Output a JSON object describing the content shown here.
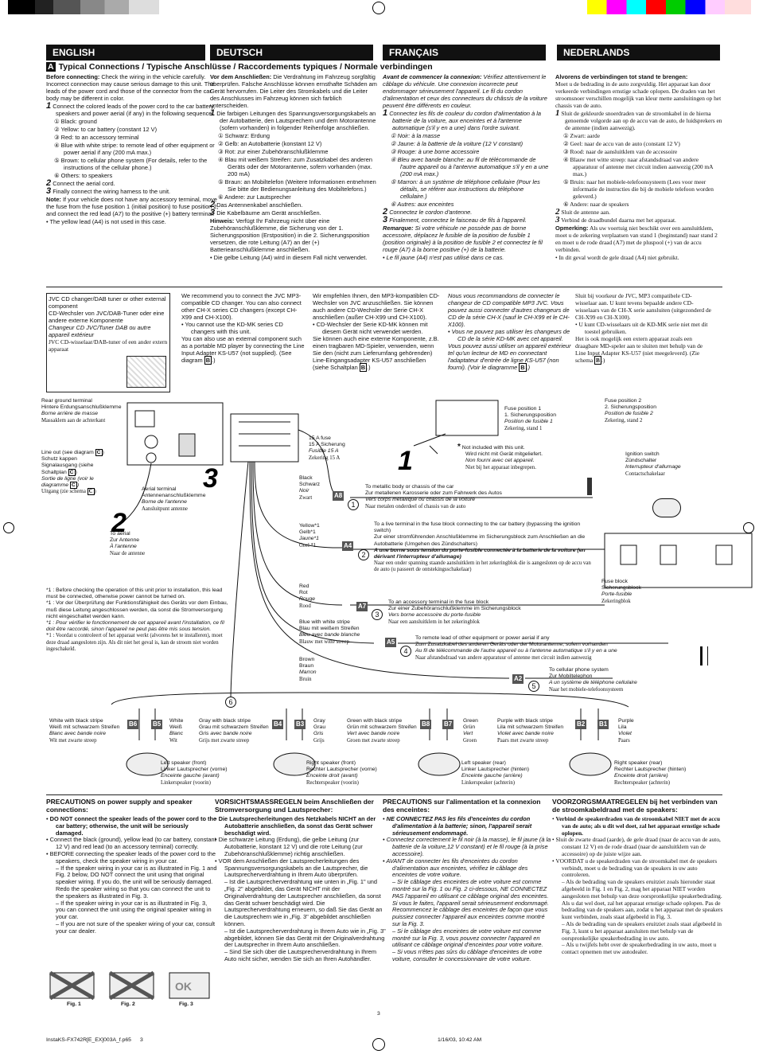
{
  "languages": [
    "ENGLISH",
    "DEUTSCH",
    "FRANÇAIS",
    "NEDERLANDS"
  ],
  "section_letter": "A",
  "section_title": "Typical Connections / Typische Anschlüsse / Raccordements typiques / Normale verbindingen",
  "english": {
    "before_head": "Before connecting:",
    "before_body": "Check the wiring in the vehicle carefully. Incorrect connection may cause serious damage to this unit. The leads of the power cord and those of the connector from the car body may be different in color.",
    "s1": "Connect the colored leads of the power cord to the car battery, speakers and power aerial (if any) in the following sequence.",
    "items": [
      "① Black: ground",
      "② Yellow: to car battery (constant 12 V)",
      "③ Red: to an accessory terminal",
      "④ Blue with white stripe: to remote lead of other equipment or power aerial if any (200 mA max.)",
      "⑤ Brown: to cellular phone system (For details, refer to the instructions of the cellular phone.)",
      "⑥ Others: to speakers"
    ],
    "s2": "Connect the aerial cord.",
    "s3": "Finally connect the wiring harness to the unit.",
    "note_head": "Note:",
    "note_body": "If your vehicle does not have any accessory terminal, move the fuse from the fuse position 1 (initial position) to fuse position 2, and connect the red lead (A7) to the positive (+) battery terminal.",
    "note_bullet": "The yellow lead (A4) is not used in this case."
  },
  "deutsch": {
    "before_head": "Vor dem Anschließen:",
    "before_body": "Die Verdrahtung im Fahrzeug sorgfältig überprüfen. Falsche Anschlüsse können ernsthafte Schäden am Gerät hervorrufen. Die Leiter des Stromkabels und die Leiter des Anschlusses im Fahrzeug können sich farblich unterscheiden.",
    "s1": "Die farbigen Leitungen des Spannungsversorgungskabels an der Autobatterie, den Lautsprechern und dem Motorantenne (sofern vorhanden) in folgender Reihenfolge anschließen.",
    "items": [
      "① Schwarz: Erdung",
      "② Gelb: an Autobatterie (konstant 12 V)",
      "③ Rot: zur einer Zubehöranschlußklemme",
      "④ Blau mit weißem Streifen: zum Zusatzkabel des anderen Geräts oder der Motorantenne, sofern vorhanden (max. 200 mA)",
      "⑤ Braun: an Mobiltelefon (Weitere Informationen entnehmen Sie bitte der Bedienungsanleitung des Mobiltelefons.)",
      "⑥ Andere: zur Lautsprecher"
    ],
    "s2": "Das Antennenkabel anschließen.",
    "s3": "Die Kabelbäume am Gerät anschließen.",
    "note_head": "Hinweis:",
    "note_body": "Verfügt Ihr Fahrzeug nicht über eine Zubehöranschlußklemme, die Sicherung von der 1. Sicherungsposition (Erstposition) in die 2. Sicherungsposition versetzen, die rote Leitung (A7) an der (+) Batterieanschlußklemme anschließen.",
    "note_bullet": "Die gelbe Leitung (A4) wird in diesem Fall nicht verwendet."
  },
  "francais": {
    "before_head": "Avant de commencer la connexion:",
    "before_body": "Vérifiez attentivement le câblage du véhicule. Une connexion incorrecte peut endommager sérieusement l'appareil. Le fil du cordon d'alimentation et ceux des connecteurs du châssis de la voiture peuvent être différents en couleur.",
    "s1": "Connectez les fils de couleur du cordon d'alimentation à la batterie de la voiture, aux enceintes et à l'antenne automatique (s'il y en a une) dans l'ordre suivant.",
    "items": [
      "① Noir: à la masse",
      "② Jaune: à la batterie de la voiture (12 V constant)",
      "③ Rouge: à une borne accessoire",
      "④ Bleu avec bande blanche: au fil de télécommande de l'autre appareil ou à l'antenne automatique s'il y en a une (200 mA max.)",
      "⑤ Marron: à un système de téléphone cellulaire (Pour les détails, se référer aux instructions du téléphone cellulaire.)",
      "⑥ Autres: aux enceintes"
    ],
    "s2": "Connectez le cordon d'antenne.",
    "s3": "Finalement, connectez le faisceau de fils à l'appareil.",
    "note_head": "Remarque:",
    "note_body": "Si votre véhicule ne possède pas de borne accessoire, déplacez le fusible de la position de fusible 1 (position originale) à la position de fusible 2 et connectez le fil rouge (A7) à la borne positive (+) de la batterie.",
    "note_bullet": "Le fil jaune (A4) n'est pas utilisé dans ce cas."
  },
  "nederlands": {
    "before_head": "Alvorens de verbindingen tot stand te brengen:",
    "before_body": "Moet u de bedrading in de auto zorgvuldig. Het apparaat kan door verkeerde verbindingen ernstige schade oplopen. De draden van het stroomsnoer verschillen mogelijk van kleur mette aansluitingen op het chassis van de auto.",
    "s1": "Sluit de gekleurde snoerdraden van de stroomkabel in de hierna genoemde volgorde aan op de accu van de auto, de luidsprekers en de antenne (indien aanwezig).",
    "items": [
      "① Zwart: aarde",
      "② Geel: naar de accu van de auto (constant 12 V)",
      "③ Rood: naar de aansluitklem van de accessoire",
      "④ Blauw met witte streep: naar afstandsdraad van andere apparatuur of antenne met circuit indien aanwezig (200 mA max.)",
      "⑤ Bruin: naar het mobiele-telefoonsysteem (Lees voor meer informatie de instructies die bij de mobiele telefoon worden geleverd.)",
      "⑥ Andere: naar de speakers"
    ],
    "s2": "Sluit de antenne aan.",
    "s3": "Verbind de draadbundel daarna met het apparaat.",
    "note_head": "Opmerking:",
    "note_body": "Als uw voertuig niet beschikt over een aansluitklem, moet u de zekering verplaatsen van stand 1 (beginstand) naar stand 2 en moet u de rode draad (A7) met de pluspool (+) van de accu verbinden.",
    "note_bullet": "In dit geval wordt de gele draad (A4) niet gebruikt."
  },
  "diagram": {
    "jvc_box": [
      "JVC CD changer/DAB tuner or other external component",
      "CD-Wechsler von JVC/DAB-Tuner oder eine andere externe Komponente",
      "Changeur CD JVC/Tuner DAB ou autre appareil extérieur",
      "JVC CD-wisselaar/DAB-tuner of een ander extern apparaat"
    ],
    "rec_en": "We recommend you to connect the JVC MP3-compatible CD changer. You can also connect other CH-X series CD changers (except CH-X99 and CH-X100).",
    "rec_en_b": "You cannot use the KD-MK series CD changers with this unit.",
    "rec_en_c": "You can also use an external component such as a portable MD player by connecting the Line Input Adapter KS-U57 (not supplied). (See diagram",
    "rec_de": "Wir empfehlen Ihnen, den MP3-kompatiblen CD-Wechsler von JVC anzuschließen. Sie können auch andere CD-Wechsler der Serie CH-X anschließen (außer CH-X99 und CH-X100).",
    "rec_de_b": "CD-Wechsler der Serie KD-MK können mit diesem Gerät nicht verwendet werden.",
    "rec_de_c": "Sie können auch eine externe Komponente, z.B. einen tragbaren MD-Spieler, verwenden, wenn Sie den (nicht zum Lieferumfang gehörenden) Line-Eingangsadapter KS-U57 anschließen (siehe Schaltplan",
    "rec_fr": "Nous vous recommandons de connecter le changeur de CD compatible MP3 JVC. Vous pouvez aussi connecter d'autres changeurs de CD de la série CH-X (sauf le CH-X99 et le CH-X100).",
    "rec_fr_b": "Vous ne pouvez pas utiliser les changeurs de CD de la série KD-MK avec cet appareil.",
    "rec_fr_c": "Vous pouvez aussi utiliser un appareil extérieur tel qu'un lecteur de MD en connectant l'adaptateur d'entrée de ligne KS-U57 (non fourni). (Voir le diagramme",
    "rec_nl": "Sluit bij voorkeur de JVC, MP3 compatibele CD-wisselaar aan. U kunt tevens bepaalde andere CD-wisselaars van de CH-X serie aansluiten (uitgezonderd de CH-X99 en CH-X100).",
    "rec_nl_b": "U kunt CD-wisselaars uit de KD-MK serie niet met dit toestel gebruiken.",
    "rec_nl_c": "Het is ook mogelijk een extern apparaat zoals een draagbare MD-speler aan te sluiten met behulp van de Line Input Adapter KS-U57 (niet meegeleverd). (Zie schema",
    "ref_b": "B",
    "rear_ground": [
      "Rear ground terminal",
      "Hintere Erdungsanschlußklemme",
      "Borne arrière de masse",
      "Massaklem aan de achterkant"
    ],
    "line_out": [
      "Line out (see diagram",
      "Schutz kappen Signalausgang (siehe Schaltplan",
      "Sortie de ligne (voir le diagramme",
      "Uitgang (zie schema"
    ],
    "ref_c": "C",
    "aerial_terminal": [
      "Aerial terminal",
      "Antennenanschlußklemme",
      "Borne de l'antenne",
      "Aansluitpunt antenne"
    ],
    "to_aerial": [
      "To aerial",
      "Zur Antenne",
      "À l'antenne",
      "Naar de antenne"
    ],
    "fuse_15a": [
      "15 A fuse",
      "15 A Sicherung",
      "Fusible 15 A",
      "Zekering 15 A"
    ],
    "fuse_pos1": [
      "Fuse position 1",
      "1. Sicherungsposition",
      "Position de fusible 1",
      "Zekering, stand 1"
    ],
    "fuse_pos2": [
      "Fuse position 2",
      "2. Sicherungsposition",
      "Position de fusible 2",
      "Zekering, stand 2"
    ],
    "not_included": [
      "Not included with this unit.",
      "Wird nicht mit Gerät mitgeliefert.",
      "Non fourni avec cet appareil.",
      "Niet bij het apparaat inbegrepen."
    ],
    "ignition": [
      "Ignition switch",
      "Zündschalter",
      "Interrupteur d'allumage",
      "Contactschakelaar"
    ],
    "fuse_block": [
      "Fuse block",
      "Sicherungsblock",
      "Porte-fusible",
      "Zekeringblok"
    ],
    "black": [
      "Black",
      "Schwarz",
      "Noir",
      "Zwart"
    ],
    "to_metal": [
      "To metallic body or chassis of the car",
      "Zur metallenen Karosserie oder zum Fahrwerk des Autos",
      "Vers corps métallique ou châssis de la voiture",
      "Naar metalen onderdeel of chassis van de auto"
    ],
    "yellow": [
      "Yellow*1",
      "Gelb*1",
      "Jaune*1",
      "Geel *1"
    ],
    "to_live": [
      "To a live terminal in the fuse block connecting to the car battery (bypassing the ignition switch)",
      "Zur einer stromführenden Anschlußklemme im Sicherungsblock zum Anschließen an die Autobatterie (Umgehen des Zündschalters)",
      "A une borne sous tension du porte-fusible connectée à la batterie de la voiture (en dérivant l'interrupteur d'allumage)",
      "Naar een onder spanning staande aansluitklem in het zekeringblok die is aangesloten op de accu van de auto (u passeert de ontstekingsschakelaar)"
    ],
    "red": [
      "Red",
      "Rot",
      "Rouge",
      "Rood"
    ],
    "to_accessory": [
      "To an accessory terminal in the fuse block",
      "Zur einer Zubehöranschlußklemme im Sicherungsblock",
      "Vers borne accessoire du porte-fusible",
      "Naar een aansluitklem in het zekeringblok"
    ],
    "bluewhite": [
      "Blue with white stripe",
      "Blau mit weißem Streifen",
      "Bleu avec bande blanche",
      "Blauw met witte streep"
    ],
    "to_remote": [
      "To remote lead of other equipment or power aerial if any",
      "Zum Zusatzkabel des anderen Geräts oder der Motorantenne, sofern vorhanden",
      "Au fil de télécommande de l'autre appareil ou à l'antenne automatique s'il y en a une",
      "Naar afstandsdraad van andere apparatuur of antenne met circuit indien aanwezig"
    ],
    "brown": [
      "Brown",
      "Braun",
      "Marron",
      "Bruin"
    ],
    "to_cell": [
      "To cellular phone system",
      "Zur Mobiltelephon",
      "A un système de téléphone cellulaire",
      "Naar het mobiele-telefoonsysteem"
    ],
    "footnote": [
      "*1 : Before checking the operation of this unit prior to installation, this lead must be connected, otherwise power cannot be turned on.",
      "*1 : Vor der Überprüfung der Funktionsfähigkeit des Geräts vor dem Einbau, muß diese Leitung angeschlossen werden, da sonst die Stromversorgung nicht eingeschaltet werden kann.",
      "*1 : Pour vérifier le fonctionnement de cet appareil avant l'installation, ce fil doit être raccordé, sinon l'appareil ne peut pas être mis sous tension.",
      "*1 : Voordat u controleert of het apparaat werkt (alvorens het te installeren), moet deze draad aangesloten zijn. Als dit niet het geval is, kan de stroom niet worden ingeschakeld."
    ],
    "tags": {
      "a8": "A8",
      "a4": "A4",
      "a7": "A7",
      "a5": "A5",
      "a2": "A2"
    },
    "wires_bottom": [
      {
        "tag1": "B6",
        "tag2": "B5",
        "c1": [
          "White with black stripe",
          "Weiß mit schwarzem Streifen",
          "Blanc avec bande noire",
          "Wit met zwarte streep"
        ],
        "c2": [
          "White",
          "Weiß",
          "Blanc",
          "Wit"
        ]
      },
      {
        "tag1": "B4",
        "tag2": "B3",
        "c1": [
          "Gray with black stripe",
          "Grau mit schwarzem Streifen",
          "Gris avec bande noire",
          "Grijs met zwarte streep"
        ],
        "c2": [
          "Gray",
          "Grau",
          "Gris",
          "Grijs"
        ]
      },
      {
        "tag1": "B8",
        "tag2": "B7",
        "c1": [
          "Green with black stripe",
          "Grün mit schwarzem Streifen",
          "Vert avec bande noire",
          "Groen met zwarte streep"
        ],
        "c2": [
          "Green",
          "Grün",
          "Vert",
          "Groen"
        ]
      },
      {
        "tag1": "B2",
        "tag2": "B1",
        "c1": [
          "Purple with black stripe",
          "Lila mit schwarzem Streifen",
          "Violet avec bande noire",
          "Paars met zwarte streep"
        ],
        "c2": [
          "Purple",
          "Lila",
          "Violet",
          "Paars"
        ]
      }
    ],
    "speakers": [
      [
        "Left speaker (front)",
        "Linker Lautsprecher (vorne)",
        "Enceinte gauche (avant)",
        "Linkerspeaker (voorin)"
      ],
      [
        "Right speaker (front)",
        "Rechter Lautsprecher (vorne)",
        "Enceinte droit (avant)",
        "Rechterspeaker (voorin)"
      ],
      [
        "Left speaker (rear)",
        "Linker Lautsprecher (hinten)",
        "Enceinte gauche (arrière)",
        "Linkerspeaker (achterin)"
      ],
      [
        "Right speaker (rear)",
        "Rechter Lautsprecher (hinten)",
        "Enceinte droit (arrière)",
        "Rechterspeaker (achterin)"
      ]
    ],
    "fig_labels": {
      "one": "1",
      "two": "2",
      "three": "3"
    },
    "circled": {
      "c1": "1",
      "c2": "2",
      "c3": "3",
      "c4": "4",
      "c5": "5",
      "c6": "6"
    }
  },
  "precautions": {
    "en_title": "PRECAUTIONS on power supply and speaker connections:",
    "en_items": [
      "DO NOT connect the speaker leads of the power cord to the car battery; otherwise, the unit will be seriously damaged.",
      "Connect the black (ground), yellow lead (to car battery, constant 12 V) and red lead (to an accessory terminal) correctly.",
      "BEFORE connecting the speaker leads of the power cord to the speakers, check the speaker wiring in your car.",
      "– If the speaker wiring in your car is as illustrated in Fig. 1 and Fig. 2 below, DO NOT connect the unit using that original speaker wiring. If you do, the unit will be seriously damaged. Redo the speaker wiring so that you can connect the unit to the speakers as illustrated in Fig. 3.",
      "– If the speaker wiring in your car is as illustrated in Fig. 3, you can connect the unit using the original speaker wiring in your car.",
      "– If you are not sure of the speaker wiring of your car, consult your car dealer."
    ],
    "de_title": "VORSICHTSMASSREGELN beim Anschließen der Stromversorgung und Lautsprecher:",
    "de_items": [
      "Die Lautsprecherleitungen des Netzkabels NICHT an der Autobatterie anschließen, da sonst das Gerät schwer beschädigt wird.",
      "Die schwarze Leitung (Erdung), die gelbe Leitung (zur Autobatterie, konstant 12 V) und die rote Leitung (zur Zubehöranschlußklemme) richtig anschließen.",
      "VOR dem Anschließen der Lautsprecherleitungen des Spannungsversorgungskabels an die Lautsprecher, die Lautsprecherverdrahtung in Ihrem Auto überprüfen.",
      "– Ist die Lautsprecherverdrahtung wie unten in „Fig. 1\" und „Fig. 2\" abgebildet, das Gerät NICHT mit der Originalverdrahtung der Lautsprecher anschließen, da sonst das Gerät schwer beschädigt wird. Die Lautsprecherverdrahtung erneuern, so daß Sie das Gerät an die Lautsprechern wie in „Fig. 3\" abgebildet anschließen können.",
      "– Ist die Lautsprecherverdrahtung in Ihrem Auto wie in „Fig. 3\" abgebildet, können Sie das Gerät mit der Originalverdrahtung der Lautsprecher in Ihrem Auto anschließen.",
      "– Sind Sie sich über die Lautsprecherverdrahtung in Ihrem Auto nicht sicher, wenden Sie sich an Ihren Autohändler."
    ],
    "fr_title": "PRECAUTIONS sur l'alimentation et la connexion des enceintes:",
    "fr_items": [
      "NE CONNECTEZ PAS les fils d'enceintes du cordon d'alimentation à la batterie; sinon, l'appareil serait sérieusement endommagé.",
      "Connectez correctement le fil noir (à la masse), le fil jaune (à la batterie de la voiture,12 V constant) et le fil rouge (à la prise accessoire).",
      "AVANT de connecter les fils d'enceintes du cordon d'alimentation aux enceintes, vérifiez le câblage des enceintes de votre voiture.",
      "– Si le câblage des enceintes de votre voiture est comme montré sur la Fig. 1 ou Fig. 2 ci-dessous, NE CONNECTEZ PAS l'appareil en utilisant ce câblage original des enceintes. Si vous le faites, l'appareil serait sérieusement endommagé. Recommencez le câblage des enceintes de façon que vous puissiez connecter l'appareil aux enceintes comme montré sur la Fig. 3.",
      "– Si le câblage des enceintes de votre voiture est comme montré sur la Fig. 3, vous pouvez connecter l'appareil en utilisant ce câblage original d'enceintes pour votre voiture.",
      "– Si vous n'êtes pas sûrs du câblage d'enceintes de votre voiture, consulter le concessionnaire de votre voiture."
    ],
    "nl_title": "VOORZORGSMAATREGELEN bij het verbinden van de stroomkabeldraad met de speakers:",
    "nl_items": [
      "Verbind de speakerdraden van de stroomkabel NIET met de accu van de auto; als u dit wel doet, zal het apparaat ernstige schade oplopen.",
      "Sluit de zwarte draad (aarde), de gele draad (naar de accu van de auto, constant 12 V) en de rode draad (naar de aansluitklem van de accessoire) op de juiste wijze aan.",
      "VOORDAT u de speakerdraden van de stroomkabel met de speakers verbindt, moet u de bedrading van de speakers in uw auto controleren.",
      "– Als de bedrading van de speakers eruitziet zoals hieronder staat afgebeeld in Fig. 1 en Fig. 2, mag het apparaat NIET worden aangesloten met behulp van deze oorspronkelijke speakerbedrading. Als u dat wel doet, zal het apparaat ernstige schade oplopen. Pas de bedrading van de speakers aan, zodat u het apparaat met de speakers kunt verbinden, zoals staat afgebeeld in Fig. 3.",
      "– Als de bedrading van de speakers eruitziet zoals staat afgebeeld in Fig. 3, kunt u het apparaat aansluiten met behulp van de oorspronkelijke speakerbedrading in uw auto.",
      "– Als u twijfels hebt over de speakerbedrading in uw auto, moet u contact opnemen met uw autodealer."
    ],
    "fig1": "Fig. 1",
    "fig2": "Fig. 2",
    "fig3": "Fig. 3"
  },
  "footer": {
    "left": "InstaKS-FX742R[E_EX]003A_f.p65",
    "left_num": "3",
    "page": "3",
    "right": "1/16/03, 10:42 AM"
  }
}
